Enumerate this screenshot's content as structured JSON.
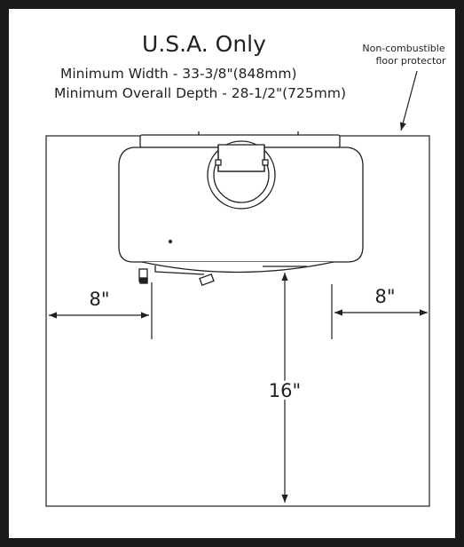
{
  "title": "U.S.A. Only",
  "callout_label": [
    "Non-combustible",
    "floor protector"
  ],
  "min_width": "Minimum Width - 33-3/8\"(848mm)",
  "min_depth": "Minimum Overall Depth - 28-1/2\"(725mm)",
  "dim_left": "8\"",
  "dim_right": "8\"",
  "dim_front": "16\"",
  "colors": {
    "ink": "#231f20",
    "frame": "#1a1a1a",
    "background": "#ffffff"
  }
}
